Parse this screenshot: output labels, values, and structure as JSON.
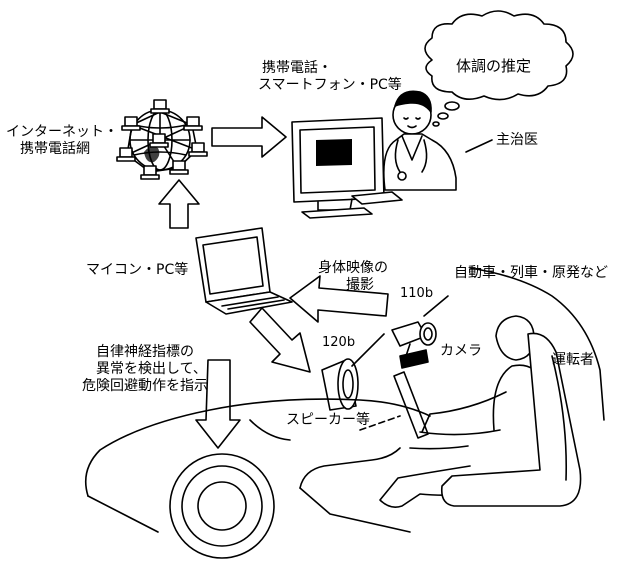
{
  "labels": {
    "network_line1": "インターネット・",
    "network_line2": "携帯電話網",
    "phone_line1": "携帯電話・",
    "phone_line2": "スマートフォン・PC等",
    "estimate": "体調の推定",
    "doctor": "主治医",
    "microcomputer": "マイコン・PC等",
    "body_video_line1": "身体映像の",
    "body_video_line2": "撮影",
    "vehicles": "自動車・列車・原発など",
    "camera_ref": "110b",
    "camera": "カメラ",
    "speaker_ref": "120b",
    "speaker": "スピーカー等",
    "driver": "運転者",
    "instruction_line1": "自律神経指標の",
    "instruction_line2": "異常を検出して、",
    "instruction_line3": "危険回避動作を指示"
  },
  "colors": {
    "line": "#000000",
    "background": "#ffffff"
  }
}
